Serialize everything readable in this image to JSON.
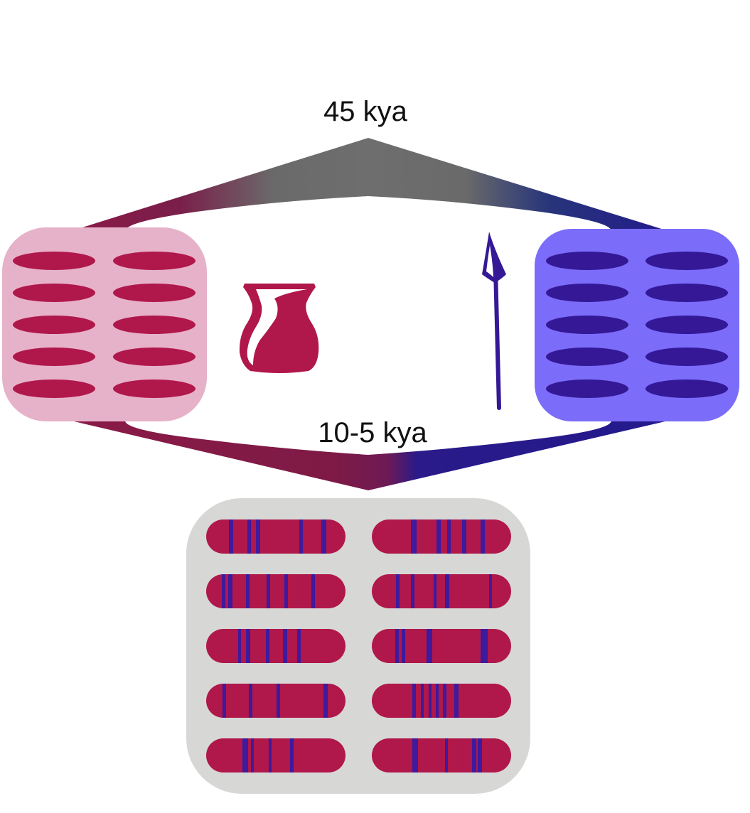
{
  "diagram": {
    "top_label": "45 kya",
    "bottom_label": "10-5 kya",
    "colors": {
      "population_a_bg": "#e6b2c9",
      "population_a_chromosome": "#b0174a",
      "population_b_bg": "#7b6cf9",
      "population_b_chromosome": "#341896",
      "admixed_bg": "#d7d8d6",
      "admixed_chromosome": "#b0174a",
      "admixed_band": "#3e1a9c",
      "branch_neutral": "#6e6e6e",
      "pot_icon": "#b0174a",
      "spear_icon": "#341896"
    },
    "population_a": {
      "columns": 2,
      "rows": 5
    },
    "population_b": {
      "columns": 2,
      "rows": 5
    },
    "admixed": {
      "columns": 2,
      "rows": 5
    }
  }
}
